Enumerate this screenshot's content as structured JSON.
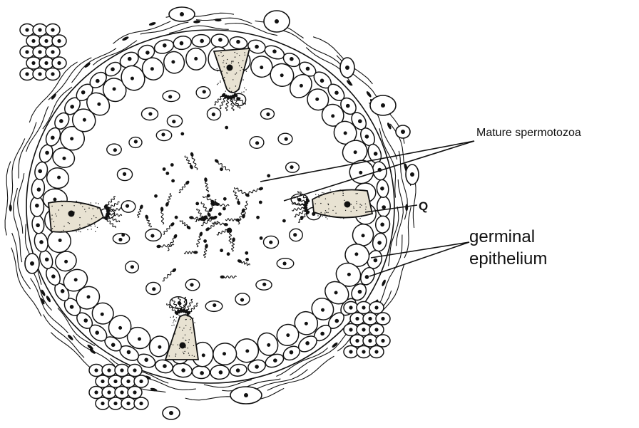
{
  "labels": {
    "mature_spermatozoa": "Mature spermotozoa",
    "q": "Q",
    "germinal_line1": "germinal",
    "germinal_line2": "epithelium"
  },
  "colors": {
    "ink": "#111111",
    "stipple": "#e8e2d2",
    "background": "#ffffff"
  }
}
